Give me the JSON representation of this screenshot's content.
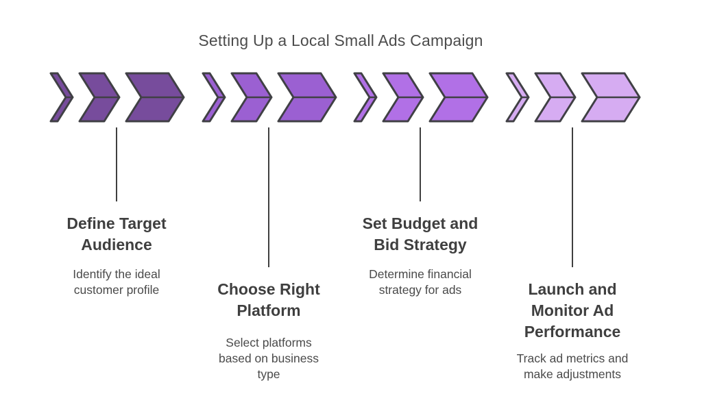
{
  "title": "Setting Up a Local Small Ads Campaign",
  "diagram": {
    "title_color": "#4c4c4c",
    "outline_color": "#404045",
    "connector_color": "#3f3f3f",
    "background_color": "#ffffff"
  },
  "stages": [
    {
      "title": "Define Target\nAudience",
      "description": "Identify the ideal\ncustomer profile",
      "color": "#774c9c",
      "icon": "triple-chevron-arrow-icon"
    },
    {
      "title": "Choose Right\nPlatform",
      "description": "Select platforms\nbased on business\ntype",
      "color": "#9b60d2",
      "icon": "triple-chevron-arrow-icon"
    },
    {
      "title": "Set Budget and\nBid Strategy",
      "description": "Determine financial\nstrategy for ads",
      "color": "#b170e6",
      "icon": "triple-chevron-arrow-icon"
    },
    {
      "title": "Launch and\nMonitor Ad\nPerformance",
      "description": "Track ad metrics and\nmake adjustments",
      "color": "#d6acf2",
      "icon": "triple-chevron-arrow-icon"
    }
  ]
}
